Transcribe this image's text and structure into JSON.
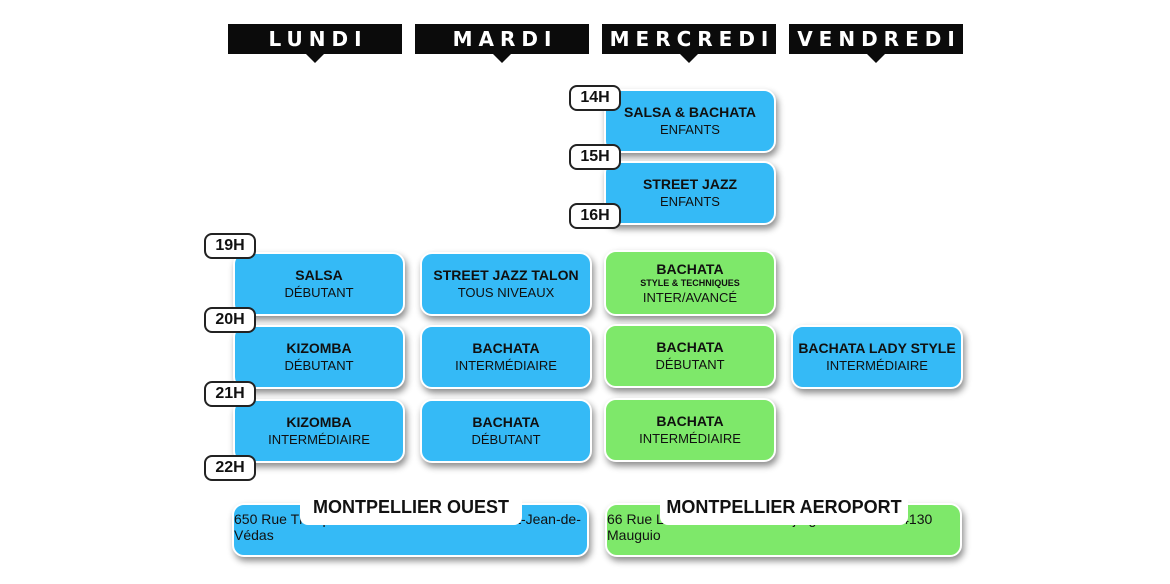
{
  "colors": {
    "blue": "#35baf6",
    "green": "#7ee86a",
    "header_bg": "#0b0b0b"
  },
  "days": [
    "LUNDI",
    "MARDI",
    "MERCREDI",
    "VENDREDI"
  ],
  "times": [
    "14H",
    "15H",
    "16H",
    "19H",
    "20H",
    "21H",
    "22H"
  ],
  "classes": {
    "mer_14": {
      "title": "SALSA & BACHATA",
      "level": "ENFANTS"
    },
    "mer_15": {
      "title": "STREET JAZZ",
      "level": "ENFANTS"
    },
    "lun_19": {
      "title": "SALSA",
      "level": "DÉBUTANT"
    },
    "lun_20": {
      "title": "KIZOMBA",
      "level": "DÉBUTANT"
    },
    "lun_21": {
      "title": "KIZOMBA",
      "level": "INTERMÉDIAIRE"
    },
    "mar_19": {
      "title": "STREET JAZZ TALON",
      "level": "TOUS NIVEAUX"
    },
    "mar_20": {
      "title": "BACHATA",
      "level": "INTERMÉDIAIRE"
    },
    "mar_21": {
      "title": "BACHATA",
      "level": "DÉBUTANT"
    },
    "mer_19": {
      "title": "BACHATA",
      "subtitle": "STYLE & TECHNIQUES",
      "level": "INTER/AVANCÉ"
    },
    "mer_20": {
      "title": "BACHATA",
      "level": "DÉBUTANT"
    },
    "mer_21": {
      "title": "BACHATA",
      "level": "INTERMÉDIAIRE"
    },
    "ven_20": {
      "title": "BACHATA LADY STYLE",
      "level": "INTERMÉDIAIRE"
    }
  },
  "locations": [
    {
      "name": "MONTPELLIER OUEST",
      "address": "650 Rue Théophraste Renaudot - 34430 Saint-Jean-de-Védas"
    },
    {
      "name": "MONTPELLIER AEROPORT",
      "address": "66 Rue Léon Morane - ZA Fréjorgues-Ouest - 34130 Mauguio"
    }
  ]
}
